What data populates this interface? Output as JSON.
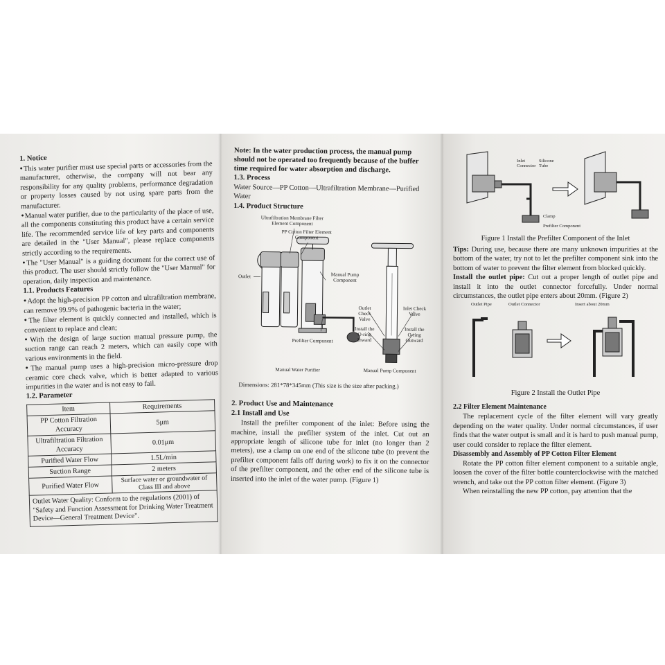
{
  "left": {
    "notice_heading": "1. Notice",
    "bullets": [
      "This water purifier must use special parts or accessories from the manufacturer, otherwise, the company will not bear any responsibility for any quality problems, performance degradation or property losses caused by not using spare parts from the manufacturer.",
      "Manual water purifier, due to the particularity of the place of use, all the components constituting this product have a certain service life. The recommended service life of key parts and components are detailed in the \"User Manual\", please replace components strictly according to the requirements.",
      "The \"User Manual\" is a guiding document for the correct use of this product. The user should strictly follow the \"User Manual\" for operation, daily inspection and maintenance."
    ],
    "features_heading": "1.1. Products Features",
    "features": [
      "Adopt the high-precision PP cotton and ultrafiltration membrane, can remove 99.9% of pathogenic bacteria in the water;",
      "The filter element is quickly connected and installed, which is convenient to replace and clean;",
      "With the design of large suction manual pressure pump, the suction range can reach 2 meters, which can easily cope with various environments in the field.",
      "The manual pump uses a high-precision micro-pressure drop ceramic core check valve, which is better adapted to various impurities in the water and is not easy to fail."
    ],
    "parameter_heading": "1.2. Parameter",
    "table": {
      "header": [
        "Item",
        "Requirements"
      ],
      "rows": [
        [
          "PP Cotton Filtration Accuracy",
          "5μm"
        ],
        [
          "Ultrafiltration Filtration Accuracy",
          "0.01μm"
        ],
        [
          "Purified Water Flow",
          "1.5L/min"
        ],
        [
          "Suction Range",
          "2 meters"
        ],
        [
          "Purified Water Flow",
          "Surface water or groundwater of Class III and above"
        ]
      ],
      "footer": "Outlet Water Quality: Conform to the regulations (2001) of \"Safety and Function Assessment for Drinking Water Treatment Device—General Treatment Device\"."
    }
  },
  "mid": {
    "note": "Note: In the water production process, the manual pump should not be operated too frequently because of the buffer time required for water absorption and discharge.",
    "process_heading": "1.3. Process",
    "process_text": "Water Source—PP Cotton—Ultrafiltration Membrane—Purified Water",
    "structure_heading": "1.4. Product Structure",
    "diagram_labels": {
      "uf": "Ultrafiltration Membrane Filter Element Component",
      "pp": "PP Cotton Filter Element Component",
      "outlet": "Outlet",
      "manual_pump": "Manual Pump Component",
      "prefilter": "Prefilter Component",
      "outlet_check_valve": "Outlet Check Valve",
      "install_inward": "Install the O-ring Inward",
      "inlet_check_valve": "Inlet Check Valve",
      "install_outward": "Install the O-ring Outward"
    },
    "caption_left": "Manual Water Purifier",
    "caption_right": "Manual Pump Component",
    "dimensions": "Dimensions: 281*78*345mm (This size is the size after packing.)",
    "use_heading": "2. Product Use and Maintenance",
    "install_heading": "2.1 Install and Use",
    "install_text": "Install the prefilter component of the inlet: Before using the machine, install the prefilter system of the inlet. Cut out an appropriate length of silicone tube for inlet (no longer than 2 meters), use a clamp on one end of the silicone tube (to prevent the prefilter component falls off during work) to fix it on the connector of the prefilter component, and the other end of the silicone tube is inserted into the inlet of the water pump. (Figure 1)"
  },
  "right": {
    "fig1_labels": {
      "inlet_connector": "Inlet Connector",
      "silicone_tube": "Silicone Tube",
      "clamp": "Clamp",
      "prefilter": "Prefilter Component"
    },
    "fig1_caption": "Figure 1  Install the Prefilter Component of the Inlet",
    "tips_lead": "Tips:",
    "tips_text": " During use, because there are many unknown impurities at the bottom of the water, try not to let the prefilter component sink into the bottom of water to prevent the filter element from blocked quickly.",
    "outlet_lead": "Install the outlet pipe:",
    "outlet_text": " Cut out a proper length of outlet pipe and install it into the outlet connector forcefully. Under normal circumstances, the outlet pipe enters about 20mm. (Figure 2)",
    "fig2_labels": {
      "outlet_pipe": "Outlet Pipe",
      "outlet_connector": "Outlet Connector",
      "insert": "Insert about 20mm"
    },
    "fig2_caption": "Figure 2  Install the Outlet Pipe",
    "maint_heading": "2.2 Filter Element Maintenance",
    "maint_text": "The replacement cycle of the filter element will vary greatly depending on the water quality. Under normal circumstances, if user finds that the water output is small and it is hard to push manual pump, user could consider to replace the filter element.",
    "disasm_heading": "Disassembly and Assembly of PP Cotton Filter Element",
    "disasm_text": "Rotate the PP cotton filter element component to a suitable angle, loosen the cover of the filter bottle counterclockwise with the matched wrench, and take out the PP cotton filter element. (Figure 3)",
    "reinstall_text": "When reinstalling the new PP cotton, pay attention that the"
  }
}
